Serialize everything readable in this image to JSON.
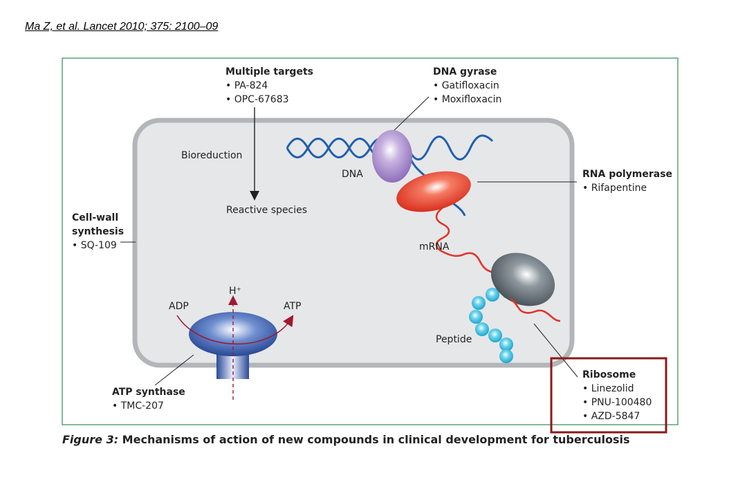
{
  "citation": "Ma Z, et al. Lancet 2010; 375: 2100–09",
  "multiple_targets": {
    "heading": "Multiple targets",
    "items": [
      "• PA-824",
      "• OPC-67683"
    ]
  },
  "dna_gyrase": {
    "heading": "DNA gyrase",
    "items": [
      "• Gatifloxacin",
      "• Moxifloxacin"
    ]
  },
  "rna_polymerase": {
    "heading": "RNA polymerase",
    "items": [
      "• Rifapentine"
    ]
  },
  "cell_wall": {
    "heading_line1": "Cell-wall",
    "heading_line2": "synthesis",
    "items": [
      "• SQ-109"
    ]
  },
  "atp_synthase": {
    "heading": "ATP synthase",
    "items": [
      "• TMC-207"
    ]
  },
  "ribosome": {
    "heading": "Ribosome",
    "items": [
      "• Linezolid",
      "• PNU-100480",
      "• AZD-5847"
    ]
  },
  "labels": {
    "bioreduction": "Bioreduction",
    "reactive_species": "Reactive species",
    "dna": "DNA",
    "mrna": "mRNA",
    "peptide": "Peptide",
    "adp": "ADP",
    "atp": "ATP",
    "proton": "H⁺"
  },
  "caption": {
    "prefix": "Figure 3:",
    "text": " Mechanisms of action of new compounds in clinical development for tuberculosis"
  },
  "colors": {
    "frame": "#2e8b57",
    "highlight": "#8b1a1a",
    "cell_fill": "#e6e7e9",
    "cell_border": "#b3b5b8",
    "dna": "#1f5fae",
    "mrna": "#e0342a",
    "peptide": "#2bb0d4",
    "arrow": "#a01830"
  }
}
